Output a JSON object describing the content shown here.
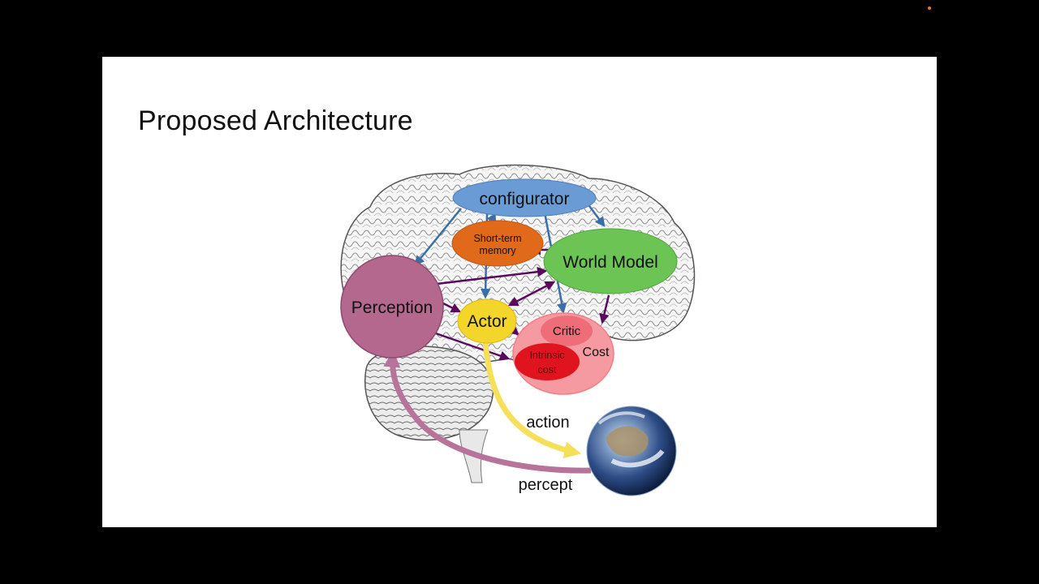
{
  "slide": {
    "title": "Proposed Architecture"
  },
  "diagram": {
    "nodes": {
      "configurator": "configurator",
      "short_term_memory_line1": "Short-term",
      "short_term_memory_line2": "memory",
      "world_model": "World Model",
      "perception": "Perception",
      "actor": "Actor",
      "critic": "Critic",
      "cost": "Cost",
      "intrinsic_cost_line1": "Intrinsic",
      "intrinsic_cost_line2": "cost"
    },
    "flow_labels": {
      "action": "action",
      "percept": "percept"
    }
  },
  "colors": {
    "configurator": "#6a9bd4",
    "short_term_memory": "#e0691a",
    "world_model": "#6cc454",
    "perception": "#b4688e",
    "actor": "#f4d52a",
    "cost": "#f59aa0",
    "critic": "#ee6d78",
    "intrinsic_cost": "#e0141e",
    "blue_arrow": "#3a6ea8",
    "purple_arrow": "#5a0a5c",
    "action_arrow": "#f6df5a",
    "percept_arrow": "#b7739a"
  }
}
